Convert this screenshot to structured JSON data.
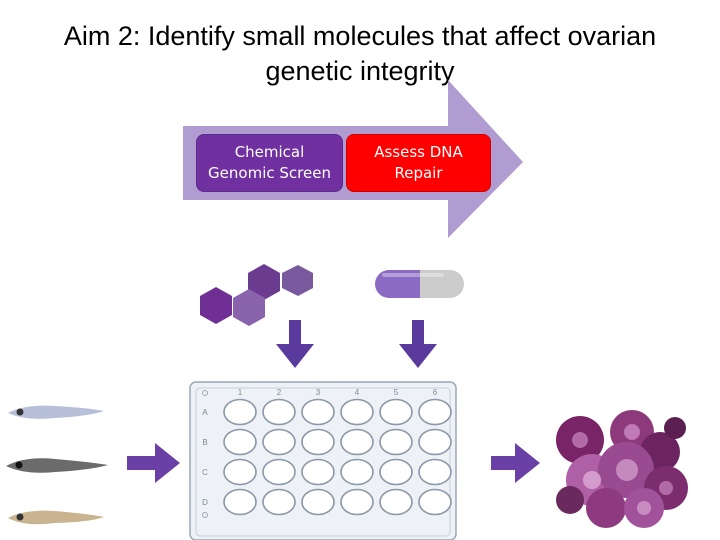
{
  "title": {
    "line1": "Aim 2: Identify small molecules that affect ovarian",
    "line2": "genetic integrity"
  },
  "process": {
    "step1": [
      "Chemical",
      "Genomic Screen"
    ],
    "step2": [
      "Assess DNA",
      "Repair"
    ]
  },
  "plate": {
    "columns": [
      "1",
      "2",
      "3",
      "4",
      "5",
      "6"
    ],
    "rows": [
      "A",
      "B",
      "C",
      "D"
    ]
  },
  "colors": {
    "big_arrow": "#b09cd0",
    "step1_box": "#7030a0",
    "step2_box": "#ff0000",
    "down_arrows": "#5b3a9e",
    "right_arrows": "#6a3fa6",
    "hexagons": "#6f3a92",
    "capsule_left": "#8a6ac2",
    "capsule_right": "#c8c8c8",
    "tumor": "#9a3f86"
  },
  "icons": [
    "molecule-hexagons-icon",
    "pill-capsule-icon",
    "zebrafish-icon",
    "well-plate-icon",
    "tumor-cells-icon",
    "down-arrow-icon",
    "right-arrow-icon"
  ]
}
